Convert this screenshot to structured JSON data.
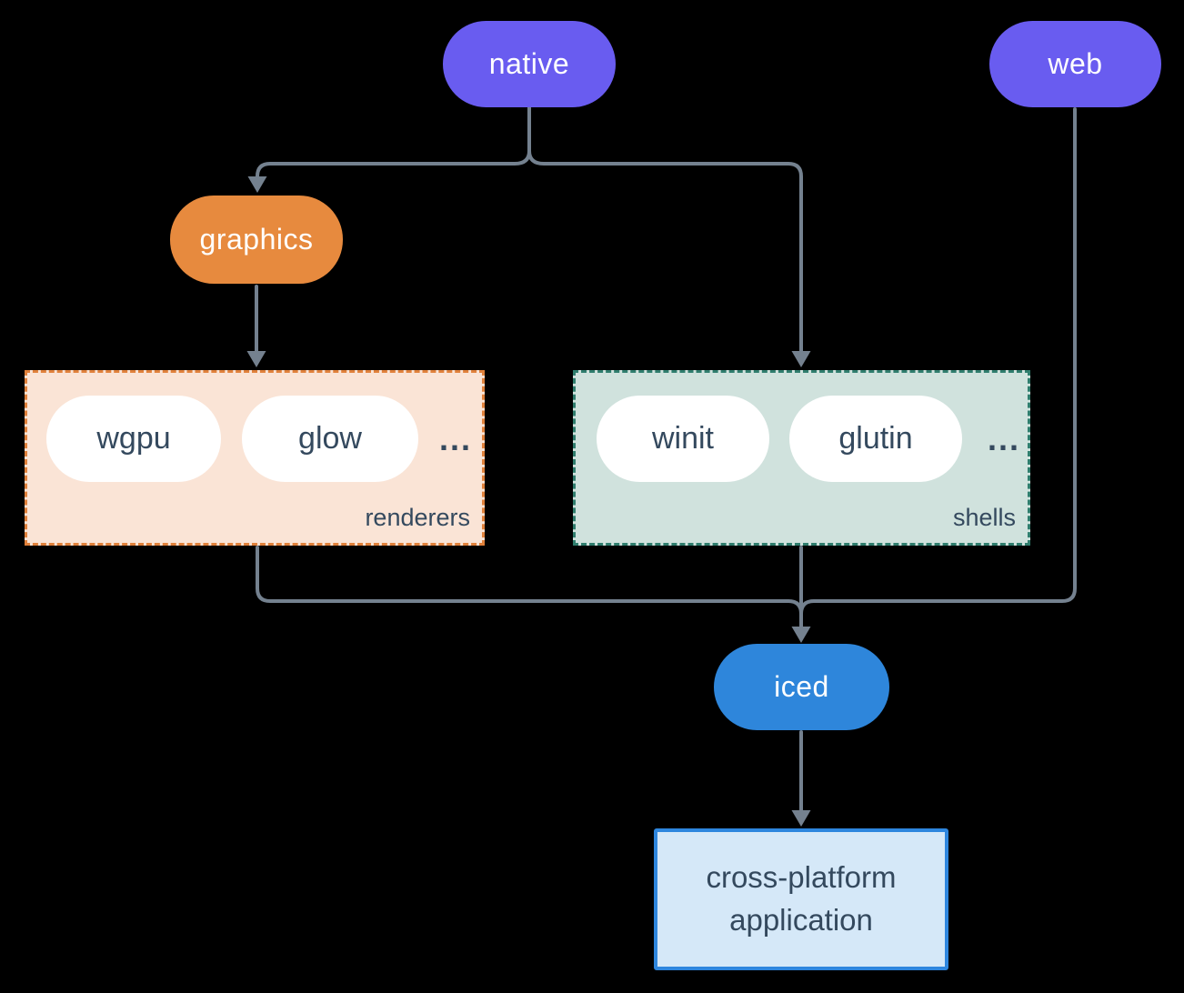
{
  "palette": {
    "background": "#000000",
    "connector": "#74818F",
    "node_text": "#FFFFFF",
    "dark_text": "#34495E",
    "purple": "#695CF0",
    "orange": "#E78A3E",
    "blue": "#2E86DB",
    "renderers_fill": "#FAE4D6",
    "renderers_border": "#E0813B",
    "shells_fill": "#D0E2DD",
    "shells_border": "#2F7D6D",
    "inner_pill_fill": "#FFFFFF",
    "app_fill": "#D5E8F8",
    "app_border": "#2E86DE"
  },
  "nodes": {
    "native": {
      "label": "native"
    },
    "web": {
      "label": "web"
    },
    "graphics": {
      "label": "graphics"
    },
    "iced": {
      "label": "iced"
    }
  },
  "groups": {
    "renderers": {
      "label": "renderers",
      "items": [
        "wgpu",
        "glow"
      ],
      "ellipsis": "..."
    },
    "shells": {
      "label": "shells",
      "items": [
        "winit",
        "glutin"
      ],
      "ellipsis": "..."
    }
  },
  "application": {
    "line1": "cross-platform",
    "line2": "application"
  }
}
